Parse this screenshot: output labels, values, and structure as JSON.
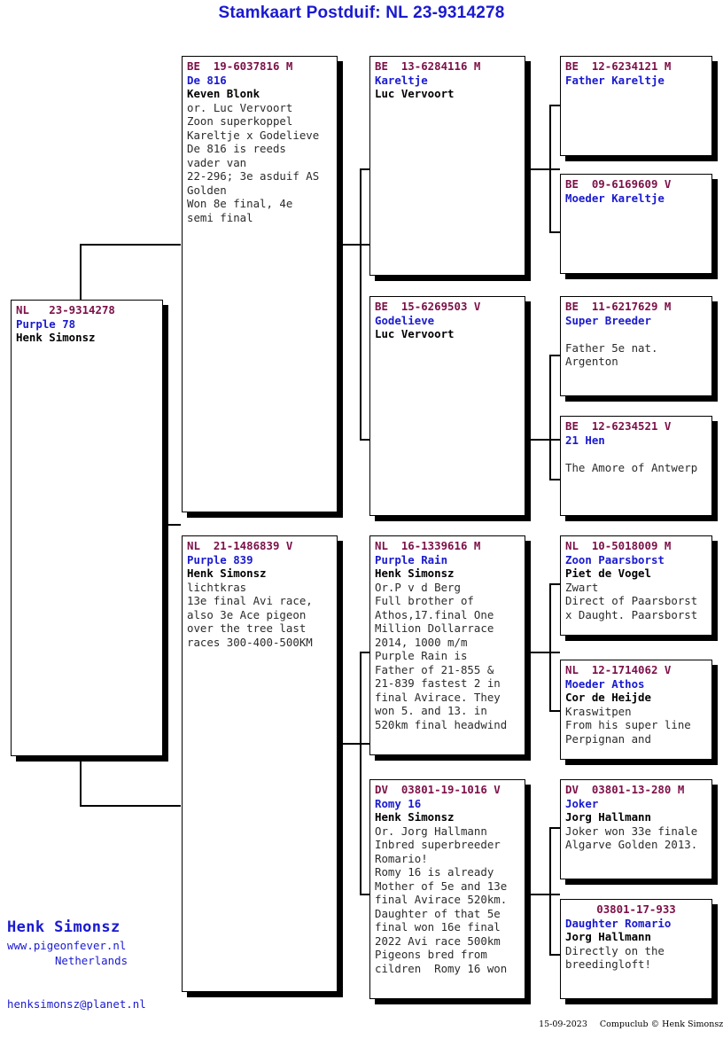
{
  "document": {
    "title": "Stamkaart Postduif: NL  23-9314278",
    "title_color": "#1a1ad0"
  },
  "subject": {
    "ring": "NL   23-9314278",
    "name": "Purple 78",
    "owner": "Henk Simonsz",
    "notes": ""
  },
  "generation1": {
    "father": {
      "ring": "BE  19-6037816 M",
      "name": "De 816",
      "owner": "Keven Blonk",
      "notes": "or. Luc Vervoort\nZoon superkoppel\nKareltje x Godelieve\nDe 816 is reeds\nvader van\n22-296; 3e asduif AS\nGolden\nWon 8e final, 4e\nsemi final"
    },
    "mother": {
      "ring": "NL  21-1486839 V",
      "name": "Purple 839",
      "owner": "Henk Simonsz",
      "notes": "lichtkras\n13e final Avi race,\nalso 3e Ace pigeon\nover the tree last\nraces 300-400-500KM"
    }
  },
  "generation2": {
    "ff": {
      "ring": "BE  13-6284116 M",
      "name": "Kareltje",
      "owner": "Luc Vervoort",
      "notes": ""
    },
    "fm": {
      "ring": "BE  15-6269503 V",
      "name": "Godelieve",
      "owner": "Luc Vervoort",
      "notes": ""
    },
    "mf": {
      "ring": "NL  16-1339616 M",
      "name": "Purple Rain",
      "owner": "Henk Simonsz",
      "notes": "Or.P v d Berg\nFull brother of\nAthos,17.final One\nMillion Dollarrace\n2014, 1000 m/m\nPurple Rain is\nFather of 21-855 &\n21-839 fastest 2 in\nfinal Avirace. They\nwon 5. and 13. in\n520km final headwind"
    },
    "mm": {
      "ring": "DV  03801-19-1016 V",
      "name": "Romy 16",
      "owner": "Henk Simonsz",
      "notes": "Or. Jorg Hallmann\nInbred superbreeder\nRomario!\nRomy 16 is already\nMother of 5e and 13e\nfinal Avirace 520km.\nDaughter of that 5e\nfinal won 16e final\n2022 Avi race 500km\nPigeons bred from\ncildren  Romy 16 won"
    }
  },
  "generation3": {
    "fff": {
      "ring": "BE  12-6234121 M",
      "name": "Father Kareltje",
      "owner": "",
      "notes": ""
    },
    "ffm": {
      "ring": "BE  09-6169609 V",
      "name": "Moeder Kareltje",
      "owner": "",
      "notes": ""
    },
    "fmf": {
      "ring": "BE  11-6217629 M",
      "name": "Super Breeder",
      "owner": "",
      "notes": "Father 5e nat.\nArgenton"
    },
    "fmm": {
      "ring": "BE  12-6234521 V",
      "name": "21 Hen",
      "owner": "",
      "notes": "The Amore of Antwerp"
    },
    "mff": {
      "ring": "NL  10-5018009 M",
      "name": "Zoon Paarsborst",
      "owner": "Piet de Vogel",
      "notes": "Zwart\nDirect of Paarsborst\nx Daught. Paarsborst"
    },
    "mfm": {
      "ring": "NL  12-1714062 V",
      "name": "Moeder Athos",
      "owner": "Cor de Heijde",
      "notes": "Kraswitpen\nFrom his super line\nPerpignan and"
    },
    "mmf": {
      "ring": "DV  03801-13-280 M",
      "name": "Joker",
      "owner": "Jorg Hallmann",
      "notes": "Joker won 33e finale\nAlgarve Golden 2013."
    },
    "mmm": {
      "ring": "03801-17-933",
      "name": "Daughter Romario",
      "owner": "Jorg Hallmann",
      "notes": "Directly on the\nbreedingloft!"
    }
  },
  "footer": {
    "breeder_name": "Henk Simonsz",
    "website": "www.pigeonfever.nl",
    "country": "Netherlands",
    "email": "henksimonsz@planet.nl",
    "date": "15-09-2023",
    "credit": "Compuclub © Henk Simonsz"
  }
}
